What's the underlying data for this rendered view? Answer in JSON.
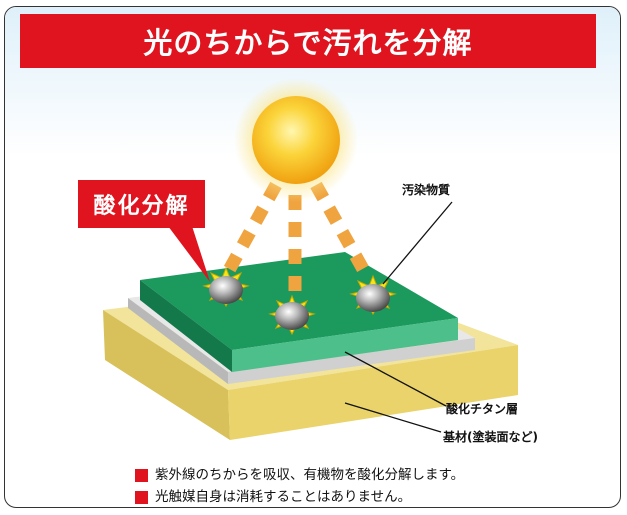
{
  "title": "光のちからで汚れを分解",
  "callout": "酸化分解",
  "labels": {
    "pollutant": "汚染物質",
    "titanium_layer": "酸化チタン層",
    "substrate": "基材(塗装面など)"
  },
  "legend": [
    "紫外線のちからを吸収、有機物を酸化分解します。",
    "光触媒自身は消耗することはありません。"
  ],
  "colors": {
    "accent_red": "#e0141e",
    "sun": "#f7c21a",
    "ray": "#f0a440",
    "catalyst_green": "#1c9a5e",
    "substrate_yellow": "#e9d36a"
  }
}
